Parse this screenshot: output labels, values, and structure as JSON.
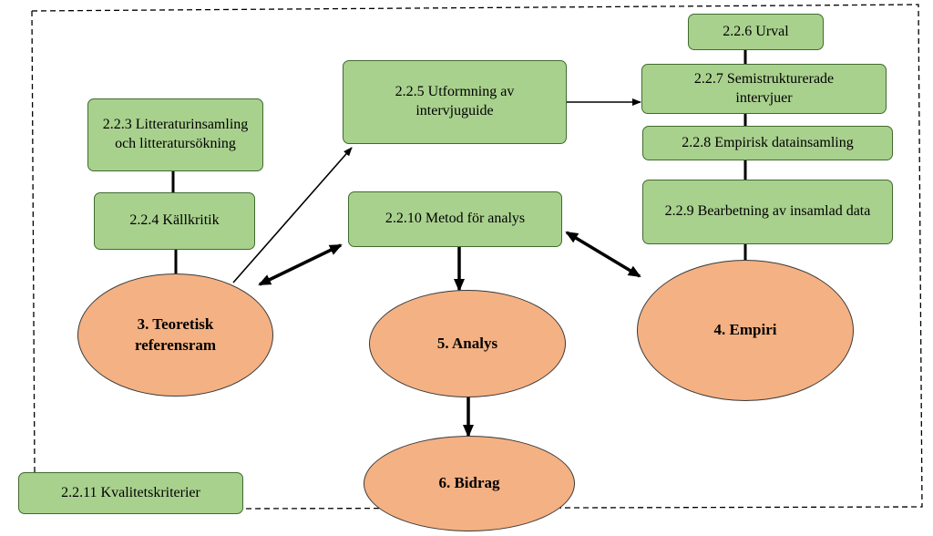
{
  "boxes": {
    "b223": "2.2.3 Litteraturinsamling och litteratursökning",
    "b224": "2.2.4 Källkritik",
    "b225": "2.2.5 Utformning av intervjuguide",
    "b226": "2.2.6 Urval",
    "b227": "2.2.7 Semistrukturerade intervjuer",
    "b228": "2.2.8 Empirisk datainsamling",
    "b229": "2.2.9 Bearbetning av insamlad data",
    "b2210": "2.2.10 Metod för analys",
    "b2211": "2.2.11 Kvalitetskriterier"
  },
  "ovals": {
    "o3": "3. Teoretisk referensram",
    "o4": "4. Empiri",
    "o5": "5. Analys",
    "o6": "6. Bidrag"
  },
  "colors": {
    "box_fill": "#a9d18e",
    "box_border": "#3f6b2e",
    "oval_fill": "#f4b183",
    "oval_border": "#3a3a3a",
    "connector": "#000000"
  }
}
